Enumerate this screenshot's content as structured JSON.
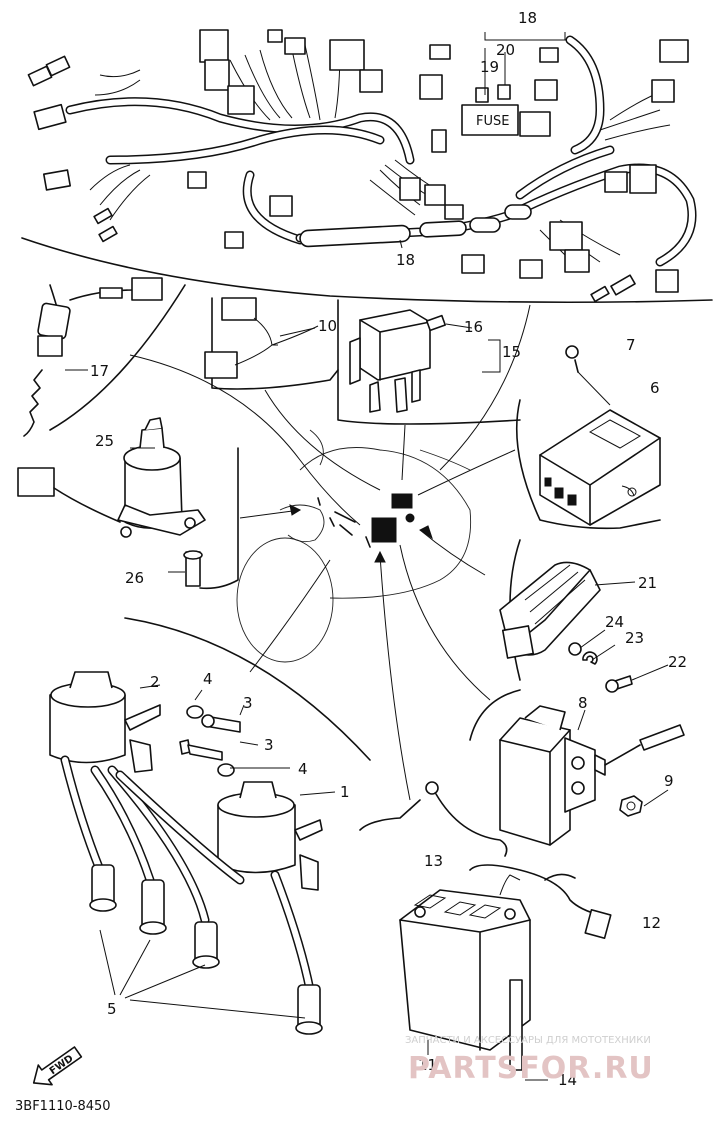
{
  "callouts": [
    {
      "id": "c1",
      "text": "1"
    },
    {
      "id": "c2",
      "text": "2"
    },
    {
      "id": "c3a",
      "text": "3"
    },
    {
      "id": "c3b",
      "text": "3"
    },
    {
      "id": "c4a",
      "text": "4"
    },
    {
      "id": "c4b",
      "text": "4"
    },
    {
      "id": "c5",
      "text": "5"
    },
    {
      "id": "c6",
      "text": "6"
    },
    {
      "id": "c7",
      "text": "7"
    },
    {
      "id": "c8",
      "text": "8"
    },
    {
      "id": "c9",
      "text": "9"
    },
    {
      "id": "c10",
      "text": "10"
    },
    {
      "id": "c11",
      "text": "11"
    },
    {
      "id": "c12",
      "text": "12"
    },
    {
      "id": "c13",
      "text": "13"
    },
    {
      "id": "c14",
      "text": "14"
    },
    {
      "id": "c15",
      "text": "15"
    },
    {
      "id": "c16",
      "text": "16"
    },
    {
      "id": "c17",
      "text": "17"
    },
    {
      "id": "c18a",
      "text": "18"
    },
    {
      "id": "c18b",
      "text": "18"
    },
    {
      "id": "c19",
      "text": "19"
    },
    {
      "id": "c20",
      "text": "20"
    },
    {
      "id": "c21",
      "text": "21"
    },
    {
      "id": "c22",
      "text": "22"
    },
    {
      "id": "c23",
      "text": "23"
    },
    {
      "id": "c24",
      "text": "24"
    },
    {
      "id": "c25",
      "text": "25"
    },
    {
      "id": "c26",
      "text": "26"
    }
  ],
  "diagram_code": "3BF1110-8450",
  "fwd_label": "FWD",
  "fuse_label": "FUSE",
  "watermark": {
    "line1": "ЗАПЧАСТИ И АКСЕССУАРЫ ДЛЯ МОТОТЕХНИКИ",
    "line2": "PARTSFOR.RU"
  }
}
